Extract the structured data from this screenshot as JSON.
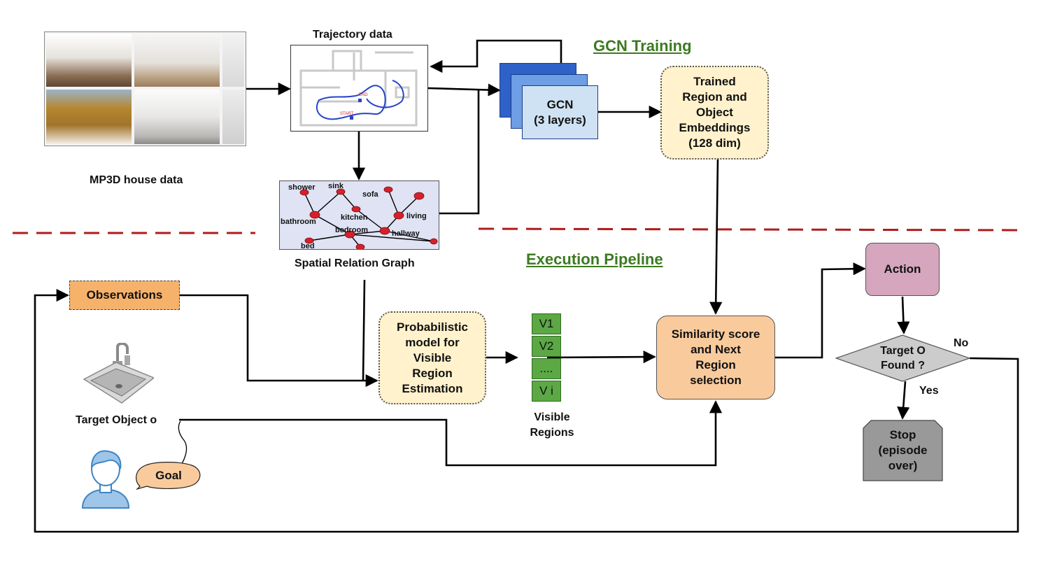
{
  "headers": {
    "gcn_training": "GCN Training",
    "execution_pipeline": "Execution Pipeline"
  },
  "labels": {
    "trajectory_data": "Trajectory data",
    "mp3d_house_data": "MP3D house data",
    "spatial_relation_graph": "Spatial Relation Graph",
    "visible_regions": "Visible\nRegions",
    "target_object": "Target Object o",
    "start": "START",
    "end": "END"
  },
  "boxes": {
    "gcn": "GCN\n(3 layers)",
    "embeddings": "Trained\nRegion and\nObject\nEmbeddings\n(128 dim)",
    "observations": "Observations",
    "prob_model": "Probabilistic\nmodel for\nVisible\nRegion\nEstimation",
    "similarity": "Similarity score\nand Next\nRegion\nselection",
    "action": "Action",
    "decision": "Target O\nFound ?",
    "stop": "Stop\n(episode\nover)",
    "goal": "Goal"
  },
  "visible_regions": [
    "V1",
    "V2",
    "....",
    "V i"
  ],
  "edge_labels": {
    "no": "No",
    "yes": "Yes"
  },
  "graph_nodes": [
    "shower",
    "sink",
    "sofa",
    "bathroom",
    "kitchen",
    "living",
    "bedroom",
    "hallway",
    "bed"
  ],
  "colors": {
    "section_header": "#3d7a21",
    "dashed_divider": "#b01c1c",
    "gcn_dark": "#2f62c8",
    "gcn_light": "#cfe2f3",
    "embedding_fill": "#fff2cc",
    "observations_fill": "#f6b26b",
    "similarity_fill": "#f9cb9c",
    "action_fill": "#d5a6bd",
    "decision_fill": "#cccccc",
    "stop_fill": "#999999",
    "visible_region_fill": "#5ba845",
    "graph_bg": "#dfe3f4",
    "graph_node": "#d6202b"
  }
}
